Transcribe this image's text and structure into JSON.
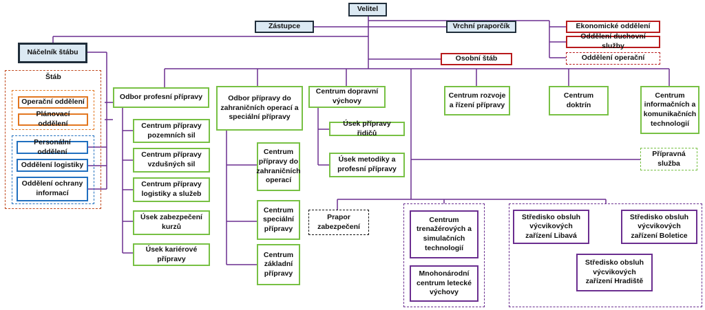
{
  "velitel": "Velitel",
  "zastupce": "Zástupce",
  "vrchni_praporcik": "Vrchní praporčík",
  "nacelnik_stabu": "Náčelník štábu",
  "stab": {
    "label": "Štáb",
    "items": [
      "Operační oddělení",
      "Plánovací oddělení",
      "Personální oddělení",
      "Oddělení logistiky",
      "Oddělení ochrany informací"
    ]
  },
  "right_staff": [
    "Ekonomické oddělení",
    "Oddělení duchovní služby",
    "Oddělení operační"
  ],
  "osobni_stab": "Osobní štáb",
  "odbor_profesni": {
    "title": "Odbor profesní přípravy",
    "items": [
      "Centrum přípravy pozemních sil",
      "Centrum přípravy vzdušných sil",
      "Centrum přípravy logistiky a služeb",
      "Úsek zabezpečení kurzů",
      "Úsek kariérové přípravy"
    ]
  },
  "odbor_zahranicni": {
    "title": "Odbor přípravy do zahraničních operací a speciální přípravy",
    "items": [
      "Centrum přípravy do zahraničních operací",
      "Centrum speciální přípravy",
      "Centrum základní přípravy"
    ]
  },
  "centrum_dopravni": {
    "title": "Centrum dopravní výchovy",
    "items": [
      "Úsek přípravy řidičů",
      "Úsek metodiky a profesní přípravy"
    ]
  },
  "centrum_rozvoje": "Centrum rozvoje a řízení přípravy",
  "centrum_doktrin": "Centrum doktrín",
  "centrum_ikt": "Centrum informačních a komunikačních technologií",
  "pripravna_sluzba": "Přípravná služba",
  "prapor": "Prapor zabezpečení",
  "trenazer_group": [
    "Centrum trenažérových a simulačních technologií",
    "Mnohonárodní centrum letecké výchovy"
  ],
  "strediska": [
    "Středisko obsluh výcvikových zařízení Libavá",
    "Středisko obsluh výcvikových zařízení Boletice",
    "Středisko obsluh výcvikových zařízení Hradiště"
  ]
}
